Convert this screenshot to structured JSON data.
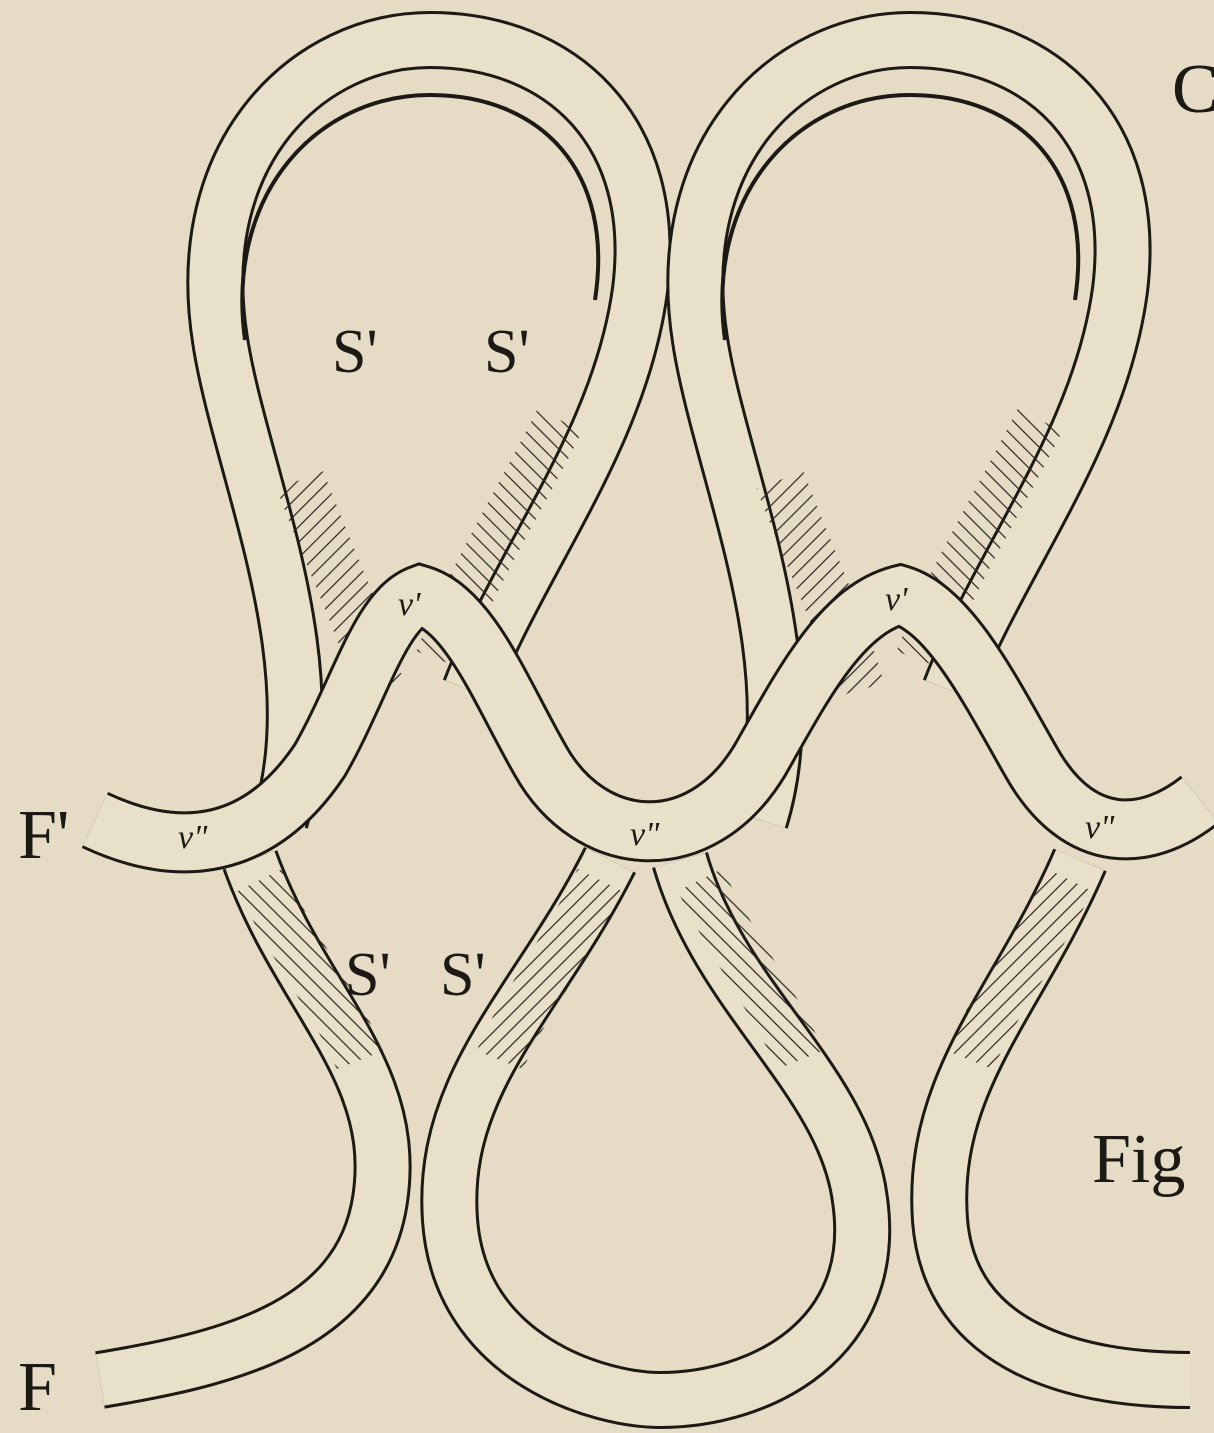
{
  "figure": {
    "colors": {
      "paper": "#e6dcc6",
      "band": "#e9e0c9",
      "ink": "#1d1914",
      "hatch": "#2a241c"
    },
    "labels": {
      "corner_c": "C",
      "loop_upper_left": "S'",
      "loop_upper_right": "S'",
      "loop_lower_left": "S'",
      "loop_lower_right": "S'",
      "v_prime_1": "v'",
      "v_prime_2": "v'",
      "v_double_1": "v\"",
      "v_double_2": "v\"",
      "v_double_3": "v\"",
      "row_f_prime": "F'",
      "row_f": "F",
      "fig_text": "Fig"
    }
  }
}
